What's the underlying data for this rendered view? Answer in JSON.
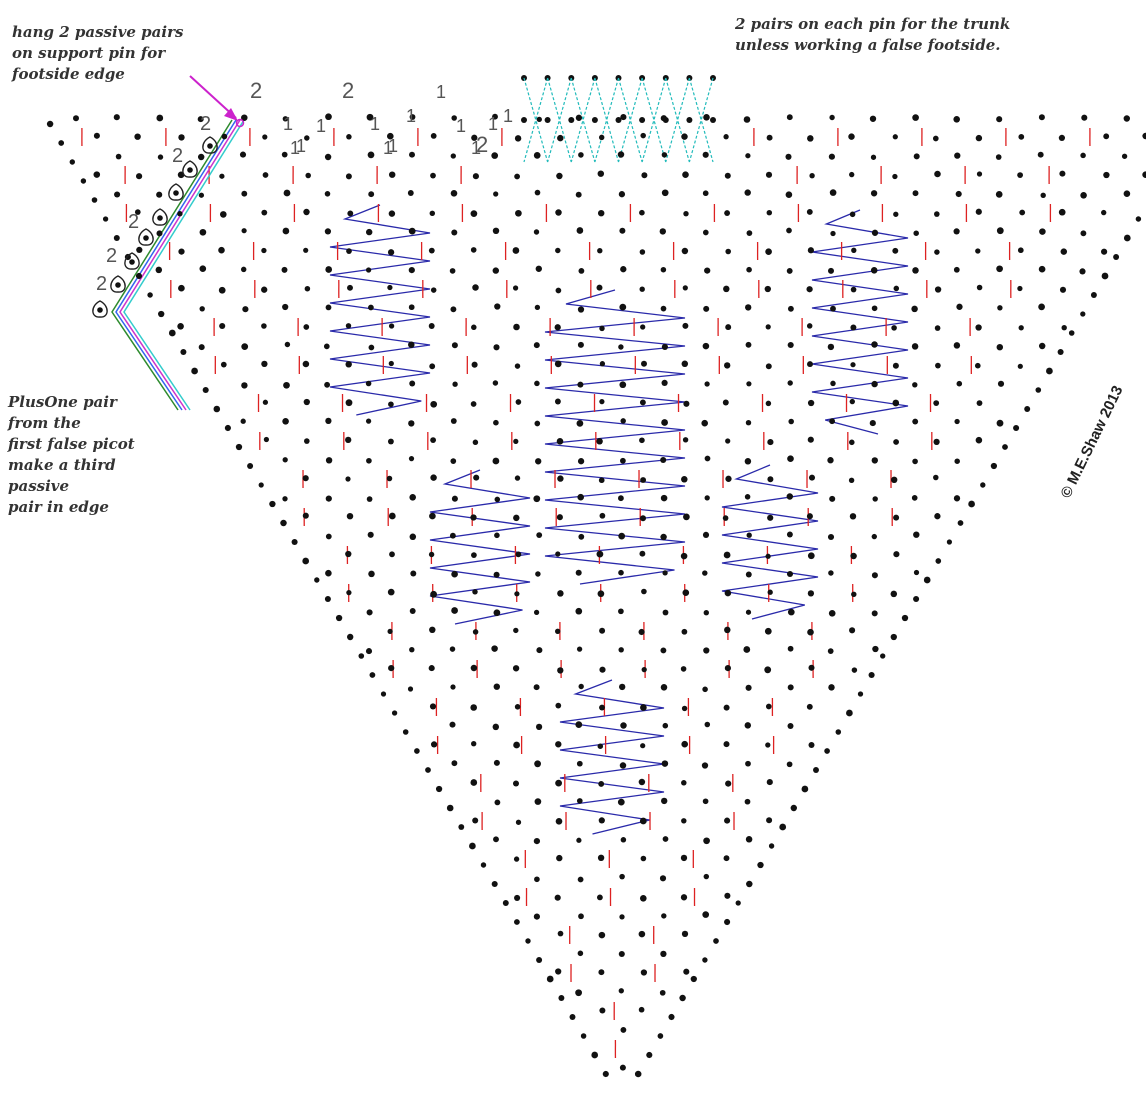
{
  "annotations": {
    "hang_pairs": "hang 2 passive pairs\non support pin for\nfootside edge",
    "trunk_pairs": "2 pairs on each pin for the trunk\nunless working a false footside.",
    "plus_one": "PlusOne pair\n from the\nfirst false picot\nmake a third\npassive\npair in edge"
  },
  "copyright": "© M.E.Shaw 2013",
  "pair_counts": {
    "top_row": [
      "2",
      "1",
      "1",
      "1",
      "2",
      "1",
      "1",
      "1",
      "1",
      "1",
      "2",
      "1",
      "1",
      "1",
      "1",
      "1"
    ],
    "left_edge": [
      "2",
      "2",
      "2",
      "2",
      "2"
    ]
  },
  "colors": {
    "pin_dot": "#111111",
    "cloth_stitch_red": "#dd2222",
    "half_stitch_blue": "#2a2aaa",
    "trunk_cyan": "#22bbbb",
    "edge_green": "#2e8b2e",
    "edge_blue": "#3366ee",
    "edge_magenta": "#cc33cc",
    "edge_cyan": "#33cccc",
    "arrow_magenta": "#cc22cc",
    "label_gray": "#555555"
  },
  "icons": [
    "picot-teardrop-icon",
    "support-pin-arrow-icon"
  ]
}
